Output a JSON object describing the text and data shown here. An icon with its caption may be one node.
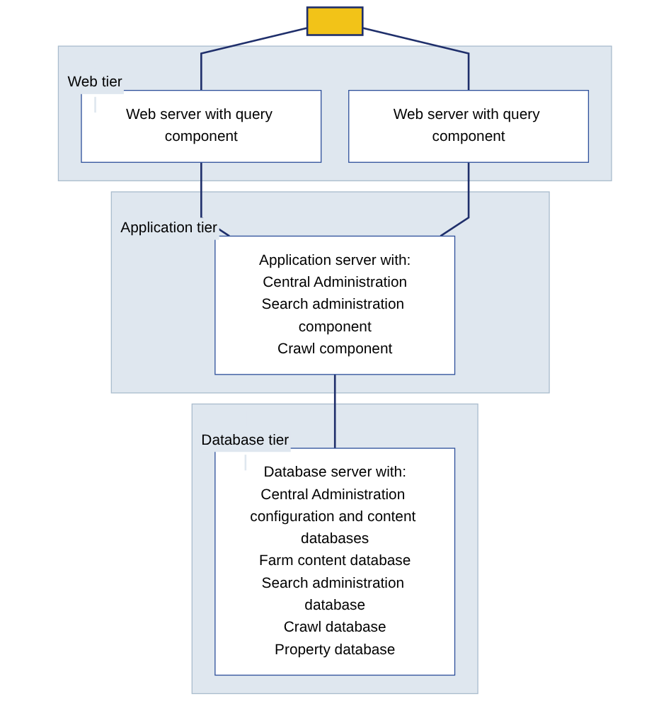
{
  "diagram": {
    "nodes": [
      {
        "text": [],
        "shape": "box"
      },
      {
        "text": [
          "Web tier"
        ]
      },
      {
        "text": [
          "Web server with query component"
        ],
        "in": 1
      },
      {
        "text": [
          "Web server with query component"
        ],
        "in": 1
      },
      {
        "text": [
          "Application tier"
        ]
      },
      {
        "text": [
          "Application server with:",
          "Central Administration",
          "Search administration component",
          "Crawl component"
        ],
        "in": 4
      },
      {
        "text": [
          "Database tier"
        ]
      },
      {
        "text": [
          "Database server with:",
          "Central Administration configuration and content databases",
          "Farm content database",
          "Search administration database",
          "Crawl database",
          "Property database"
        ],
        "in": 6
      }
    ],
    "edges": [
      {
        "from": 0,
        "to": 2,
        "arrow": "none"
      },
      {
        "from": 0,
        "to": 3,
        "arrow": "none"
      },
      {
        "from": 2,
        "to": 5,
        "arrow": "none"
      },
      {
        "from": 3,
        "to": 5,
        "arrow": "none"
      },
      {
        "from": 5,
        "to": 7,
        "arrow": "none"
      }
    ]
  }
}
